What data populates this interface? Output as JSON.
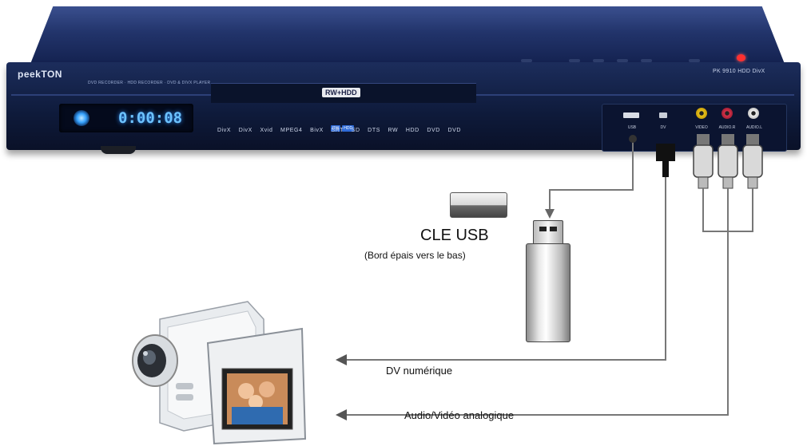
{
  "recorder": {
    "brand": "peekTON",
    "subline": "DVD RECORDER · HDD RECORDER · DVD & DIVX PLAYER",
    "model": "PK 9910 HDD  DivX",
    "display_time": "0:00:08",
    "disc_badge": "RW+HDD",
    "front_badges": [
      "RW",
      "HDD"
    ],
    "format_logos": [
      "DivX",
      "DivX",
      "Xvid",
      "MPEG4",
      "BivX",
      "SRT",
      "SD",
      "DTS",
      "RW",
      "HDD",
      "DVD",
      "DVD"
    ],
    "ports": {
      "usb": "USB",
      "dv": "DV",
      "video": "VIDEO",
      "audio_r": "AUDIO.R",
      "audio_l": "AUDIO.L"
    },
    "colors": {
      "video_jack": "#e8c21a",
      "audio_r_jack": "#d8314a",
      "audio_l_jack": "#f2f2f2",
      "power_led": "#ff3030",
      "display_glow": "#6cc2ff"
    }
  },
  "usb_key": {
    "title": "CLE USB",
    "note": "(Bord épais vers le bas)"
  },
  "connections": {
    "dv": "DV numérique",
    "analog": "Audio/Vidéo analogique"
  }
}
